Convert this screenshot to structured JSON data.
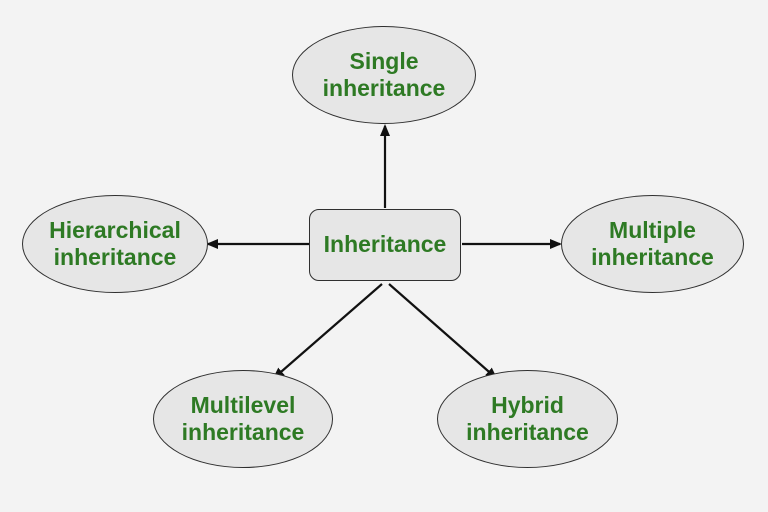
{
  "center": {
    "label": "Inheritance"
  },
  "nodes": {
    "single": {
      "line1": "Single",
      "line2": "inheritance"
    },
    "multiple": {
      "line1": "Multiple",
      "line2": "inheritance"
    },
    "hierarchical": {
      "line1": "Hierarchical",
      "line2": "inheritance"
    },
    "multilevel": {
      "line1": "Multilevel",
      "line2": "inheritance"
    },
    "hybrid": {
      "line1": "Hybrid",
      "line2": "inheritance"
    }
  },
  "colors": {
    "background": "#f3f3f3",
    "node_fill": "#e6e6e6",
    "node_border": "#2f2f2f",
    "text": "#2e7a24",
    "arrow": "#111111"
  }
}
